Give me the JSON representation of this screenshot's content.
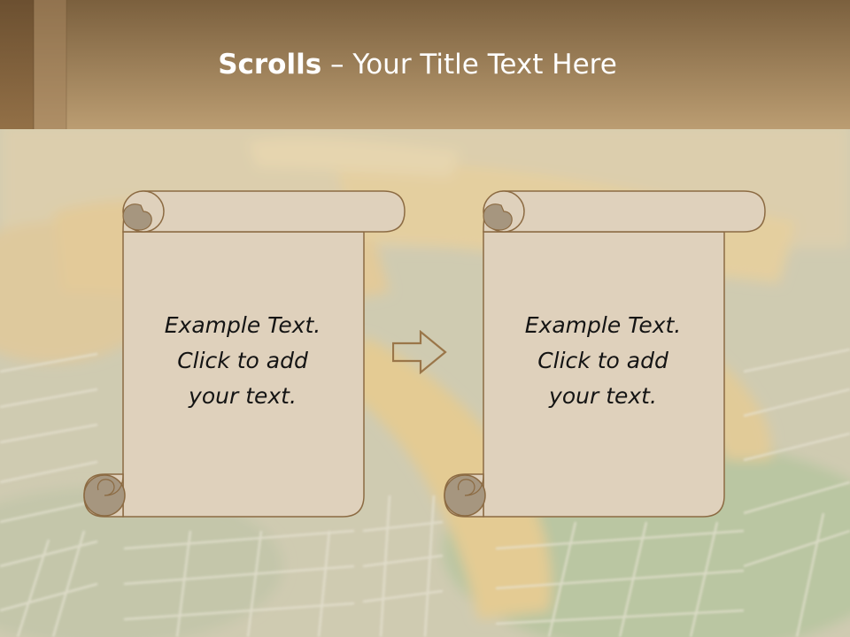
{
  "slide": {
    "title_bold": "Scrolls",
    "title_rest": " – Your Title Text Here"
  },
  "scrolls": [
    {
      "lines": [
        "Example  Text.",
        "Click  to add",
        "your text."
      ]
    },
    {
      "lines": [
        "Example  Text.",
        "Click  to add",
        "your text."
      ]
    }
  ],
  "icons": {
    "connector": "right-arrow-icon",
    "scroll": "parchment-scroll-icon"
  },
  "colors": {
    "header_dark": "#7a5f3c",
    "header_light": "#b99b70",
    "parchment": "#dfd1bc",
    "parchment_outline": "#8c6b43",
    "curl_shade": "#a6967f",
    "text": "#141414"
  }
}
